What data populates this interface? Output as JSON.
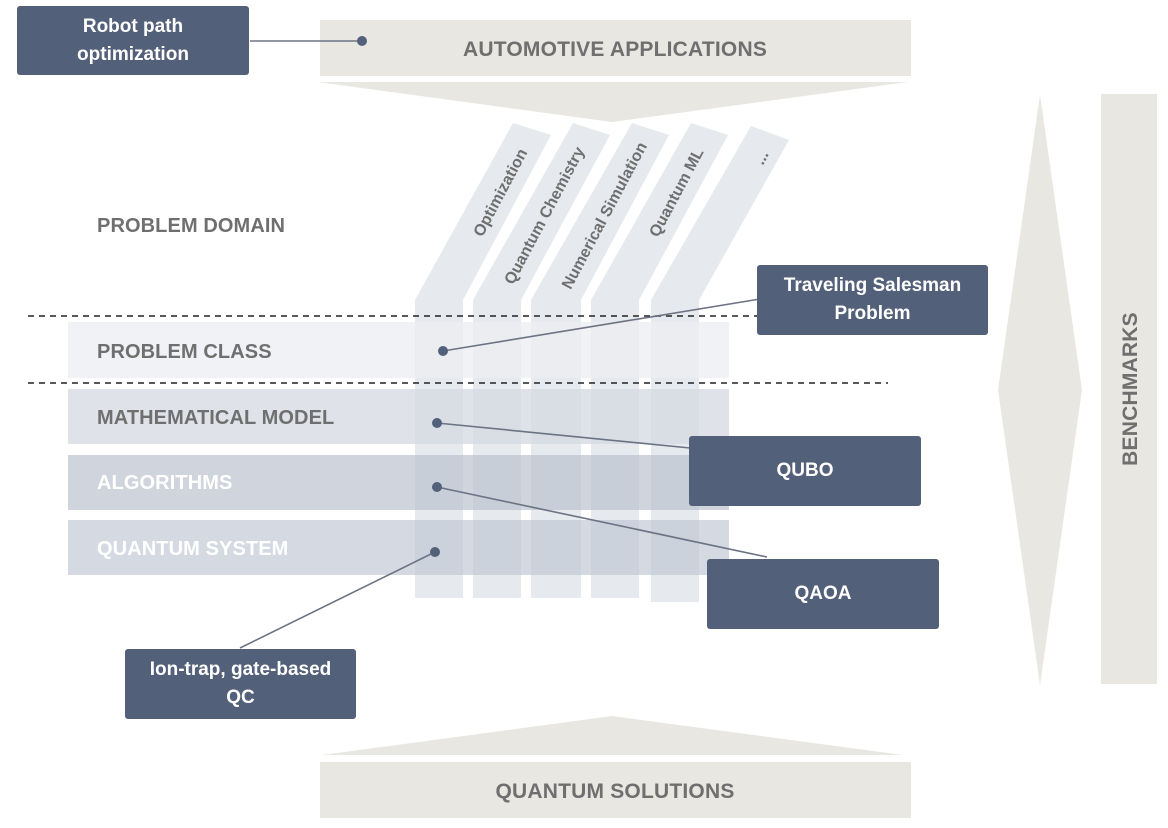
{
  "top_banner": "AUTOMOTIVE APPLICATIONS",
  "bottom_banner": "QUANTUM SOLUTIONS",
  "side_banner": "BENCHMARKS",
  "domain_label": "PROBLEM DOMAIN",
  "layers": {
    "problem_class": "PROBLEM CLASS",
    "mathematical_model": "MATHEMATICAL MODEL",
    "algorithms": "ALGORITHMS",
    "quantum_system": "QUANTUM SYSTEM"
  },
  "domains": [
    "Optimization",
    "Quantum Chemistry",
    "Numerical Simulation",
    "Quantum ML",
    "..."
  ],
  "callouts": {
    "robot": "Robot path optimization",
    "tsp": "Traveling Salesman Problem",
    "qubo": "QUBO",
    "qaoa": "QAOA",
    "iontrap": "Ion-trap, gate-based QC"
  },
  "colors": {
    "callout_box": "#53607a",
    "banner": "#e9e7e2",
    "column": "#e6e9ee",
    "layer_light": "#eceef2",
    "layer_mid": "#d4d9e1",
    "layer_dark": "#bcc4d0"
  }
}
